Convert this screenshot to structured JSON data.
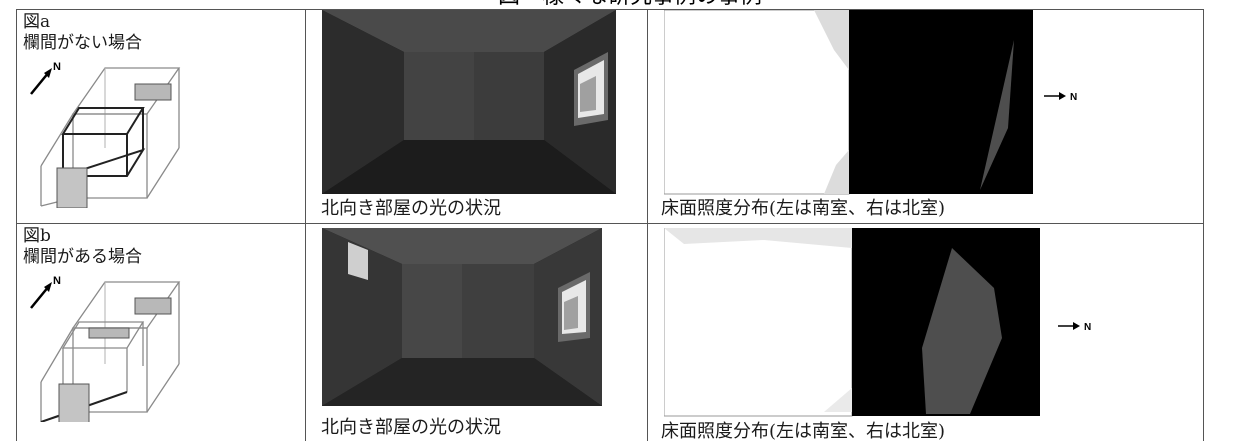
{
  "title": "図　様々な研究事例の事例",
  "rows": [
    {
      "fig_label": "図a",
      "case_label": "欄間がない場合",
      "compass": "N",
      "room_caption": "北向き部屋の光の状況",
      "floor_caption": "床面照度分布(左は南室、右は北室)",
      "north_arrow": "N"
    },
    {
      "fig_label": "図b",
      "case_label": "欄間がある場合",
      "compass": "N",
      "room_caption": "北向き部屋の光の状況",
      "floor_caption": "床面照度分布(左は南室、右は北室)",
      "north_arrow": "N"
    }
  ]
}
